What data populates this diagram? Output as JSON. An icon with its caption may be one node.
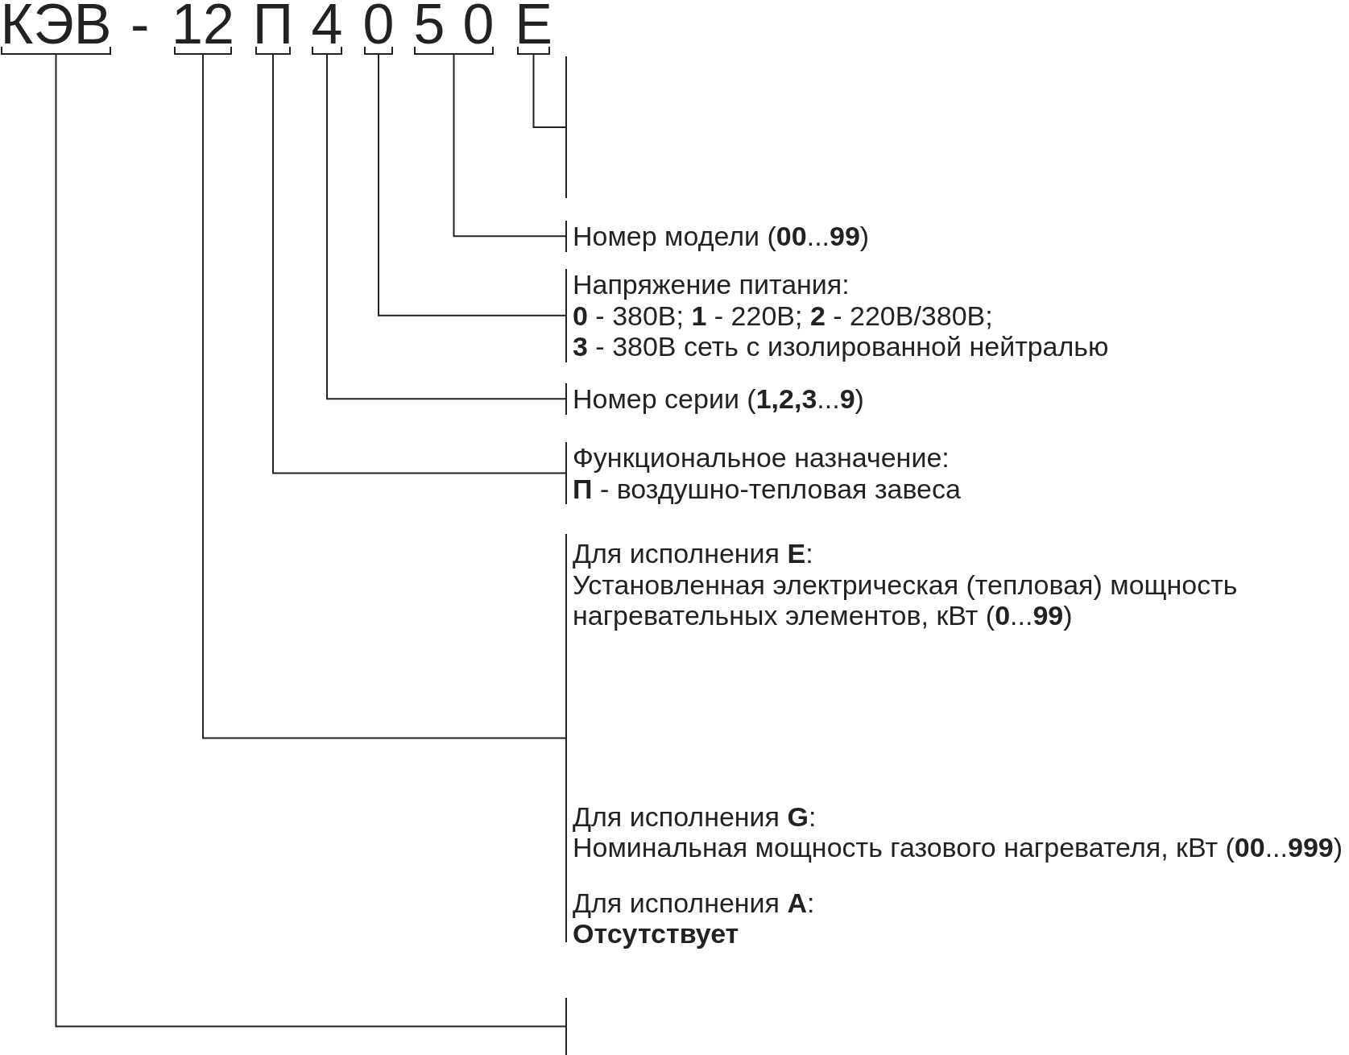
{
  "diagram": {
    "nodes": [
      {
        "text": [
          "КЭВ"
        ]
      },
      {
        "text": [
          "12"
        ]
      },
      {
        "text": [
          "П"
        ]
      },
      {
        "text": [
          "4"
        ]
      },
      {
        "text": [
          "0"
        ]
      },
      {
        "text": [
          "50"
        ]
      },
      {
        "text": [
          "E"
        ]
      },
      {
        "text": [],
        "shape": "bar"
      },
      {
        "text": [
          "Номер модели (**00**...**99**)"
        ]
      },
      {
        "text": [
          "Напряжение питания:",
          "**0** - 380В; **1** - 220В; **2** - 220В/380В;",
          "**3** - 380В сеть с изолированной нейтралью"
        ]
      },
      {
        "text": [
          "Номер серии (**1,2,3**...**9**)"
        ]
      },
      {
        "text": [
          "Функциональное назначение:",
          "**П** - воздушно-тепловая завеса"
        ]
      },
      {
        "text": [
          "Для исполнения **E**:",
          "Установленная электрическая (тепловая) мощность нагревательных элементов, кВт (**0**...**99**)",
          "Для исполнения **G**:",
          "Номинальная мощность газового нагревателя, кВт (**00**...**999**)",
          "Для исполнения **A**:",
          "Отсутствует"
        ]
      },
      {
        "text": [],
        "shape": "bar"
      }
    ],
    "edges": [
      {
        "from": 0,
        "to": 13,
        "arrow": "none"
      },
      {
        "from": 1,
        "to": 12,
        "arrow": "none"
      },
      {
        "from": 2,
        "to": 11,
        "arrow": "none"
      },
      {
        "from": 3,
        "to": 10,
        "arrow": "none"
      },
      {
        "from": 4,
        "to": 9,
        "arrow": "none"
      },
      {
        "from": 5,
        "to": 8,
        "arrow": "none"
      },
      {
        "from": 6,
        "to": 7,
        "arrow": "none"
      }
    ],
    "labels": [
      "-"
    ]
  }
}
